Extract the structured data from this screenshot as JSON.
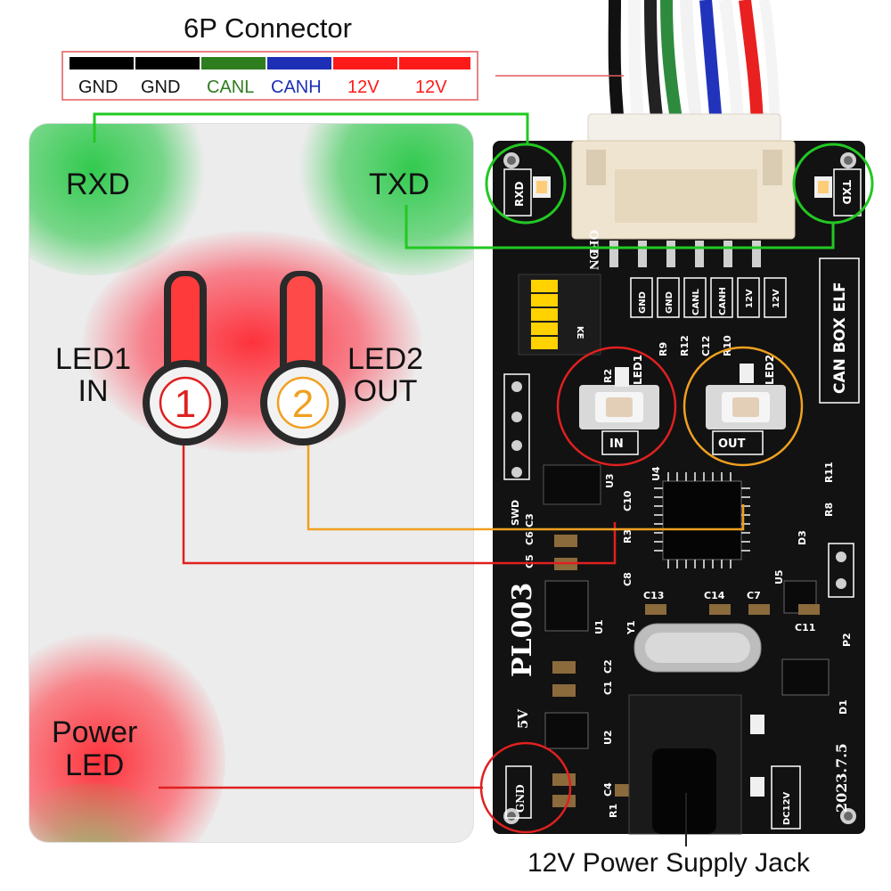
{
  "connector": {
    "title": "6P Connector",
    "pins": [
      {
        "label": "GND",
        "color": "#000000"
      },
      {
        "label": "GND",
        "color": "#000000"
      },
      {
        "label": "CANL",
        "color": "#2e7d1e"
      },
      {
        "label": "CANH",
        "color": "#1d2fb5"
      },
      {
        "label": "12V",
        "color": "#ff1a1a"
      },
      {
        "label": "12V",
        "color": "#ff1a1a"
      }
    ]
  },
  "enclosure": {
    "rxd_label": "RXD",
    "txd_label": "TXD",
    "led1_label": "LED1\nIN",
    "led2_label": "LED2\nOUT",
    "led1_number": "1",
    "led2_number": "2",
    "power_led_label": "Power\nLED"
  },
  "board": {
    "name": "CAN BOX ELF",
    "model": "PL003",
    "date": "2023.7.5",
    "silk_rxd": "RXD",
    "silk_txd": "TXD",
    "silk_in": "IN",
    "silk_out": "OUT",
    "silk_gnd": "GND",
    "silk_5v": "5V",
    "silk_dc12v": "DC12V",
    "silk_led1": "LED1",
    "silk_led2": "LED2",
    "silk_off": "OFF",
    "silk_on": "ON",
    "pin_labels": [
      "GND",
      "GND",
      "CANL",
      "CANH",
      "12V",
      "12V"
    ],
    "silk_parts": [
      "R2",
      "R9",
      "R12",
      "C12",
      "R10",
      "U4",
      "U3",
      "C10",
      "R3",
      "C8",
      "C5",
      "C6",
      "C3",
      "C13",
      "C14",
      "C7",
      "C11",
      "U1",
      "Y1",
      "C1",
      "C2",
      "U2",
      "U5",
      "D3",
      "R8",
      "R11",
      "P2",
      "D1",
      "R1",
      "C4",
      "SWD",
      "KE"
    ]
  },
  "power_jack_label": "12V Power Supply Jack",
  "colors": {
    "rxd_txd_callout": "#22c822",
    "led1_callout": "#e02020",
    "led2_callout": "#f0a020",
    "power_callout": "#e02020",
    "pcb": "#121212"
  }
}
